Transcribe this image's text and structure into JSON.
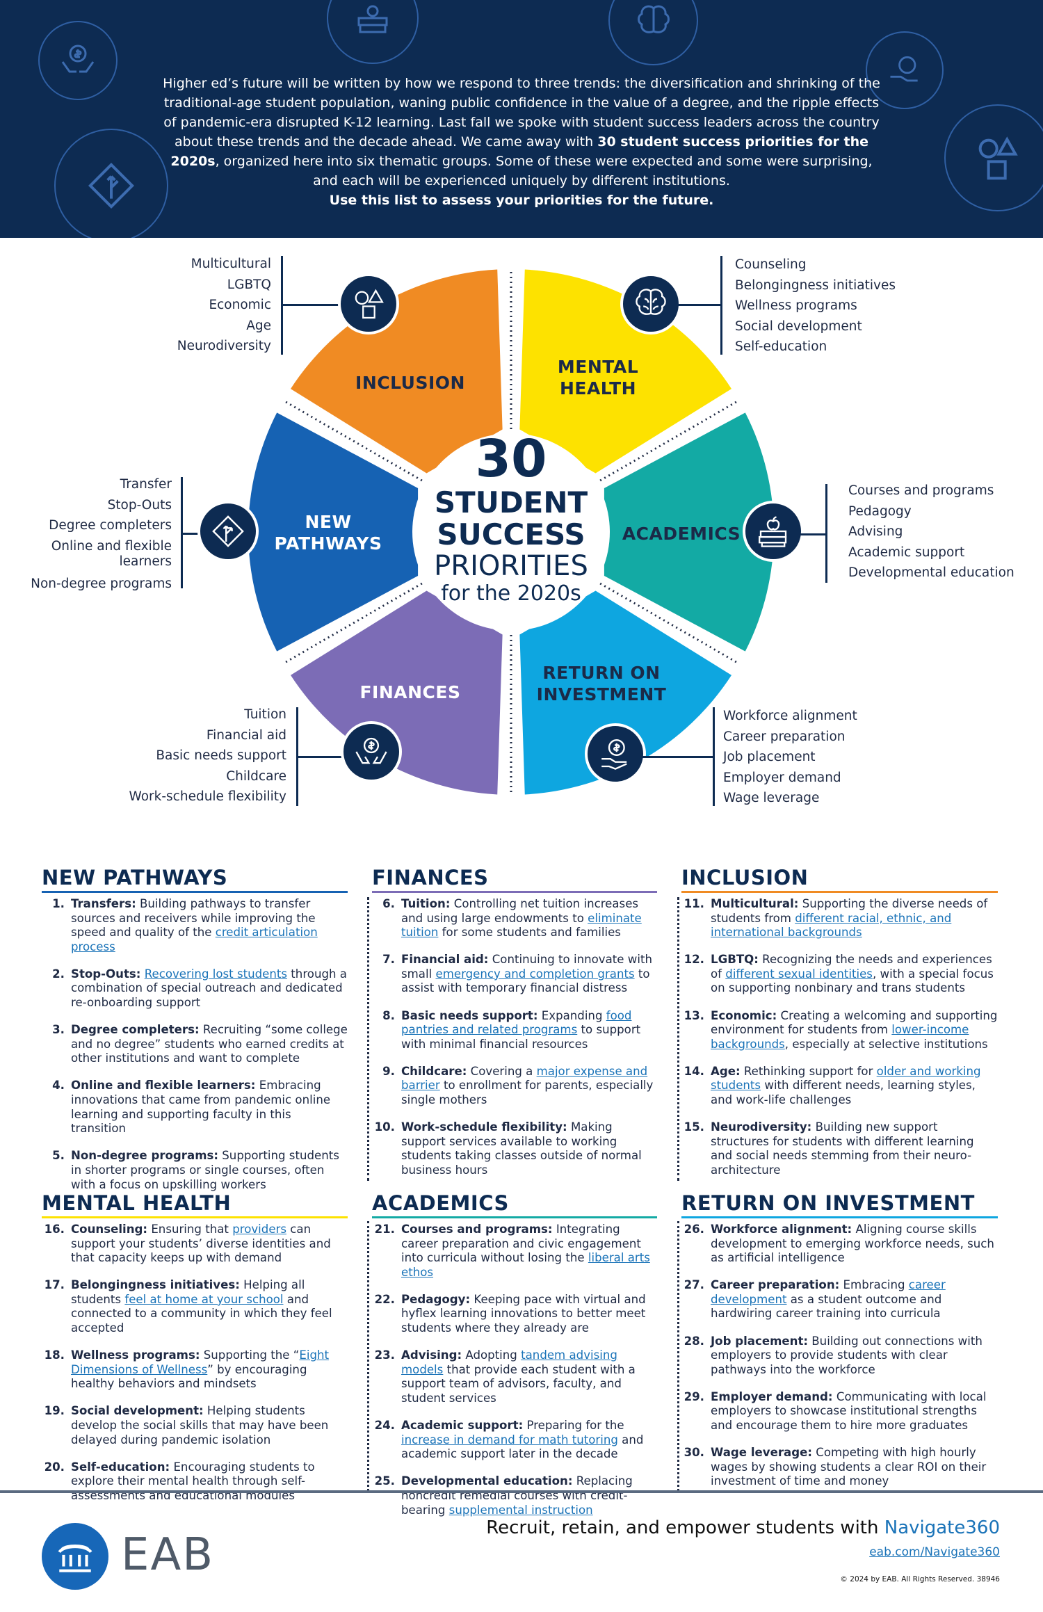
{
  "header": {
    "intro_1": "Higher ed’s future will be written by how we respond to three trends: the diversification and shrinking of the traditional-age student population, waning public confidence in the value of a degree, and the ripple effects of pandemic-era disrupted K-12 learning. Last fall we spoke with student success leaders across the country about these trends and the decade ahead. We came away with",
    "intro_bold": "30 student success priorities for the 2020s",
    "intro_2": ", organized here into six thematic groups. Some of these were expected and some were surprising, and each will be experienced uniquely by different institutions.",
    "cta": "Use this list to assess your priorities for the future."
  },
  "colors": {
    "navy": "#0d2b52",
    "inclusion": "#f08b23",
    "mental_health": "#fde200",
    "academics": "#13aaa4",
    "roi": "#0ea6e0",
    "finances": "#7c6cb6",
    "new_pathways": "#1662b3",
    "link": "#1a73b8"
  },
  "center": {
    "number": "30",
    "line1": "STUDENT",
    "line2": "SUCCESS",
    "line3": "PRIORITIES",
    "line4": "for the 2020s"
  },
  "wheel": {
    "inclusion": {
      "label": "INCLUSION",
      "icon": "shapes-icon",
      "items": [
        "Multicultural",
        "LGBTQ",
        "Economic",
        "Age",
        "Neurodiversity"
      ]
    },
    "mental_health": {
      "label1": "MENTAL",
      "label2": "HEALTH",
      "icon": "brain-icon",
      "items": [
        "Counseling",
        "Belongingness initiatives",
        "Wellness programs",
        "Social development",
        "Self-education"
      ]
    },
    "academics": {
      "label": "ACADEMICS",
      "icon": "books-apple-icon",
      "items": [
        "Courses and programs",
        "Pedagogy",
        "Advising",
        "Academic support",
        "Developmental education"
      ]
    },
    "roi": {
      "label1": "RETURN ON",
      "label2": "INVESTMENT",
      "icon": "hand-coin-icon",
      "items": [
        "Workforce alignment",
        "Career preparation",
        "Job placement",
        "Employer demand",
        "Wage leverage"
      ]
    },
    "finances": {
      "label": "FINANCES",
      "icon": "hands-coin-icon",
      "items": [
        "Tuition",
        "Financial aid",
        "Basic needs support",
        "Childcare",
        "Work-schedule flexibility"
      ]
    },
    "new_pathways": {
      "label1": "NEW",
      "label2": "PATHWAYS",
      "icon": "road-sign-icon",
      "items": [
        "Transfer",
        "Stop-Outs",
        "Degree completers",
        "Online and flexible",
        "learners",
        "Non-degree programs"
      ]
    }
  },
  "sections": [
    {
      "title": "NEW PATHWAYS",
      "bar": "#1662b3",
      "items": [
        {
          "num": "1.",
          "t": "Transfers:",
          "a": " Building pathways to transfer sources and receivers while improving the speed and quality of the ",
          "l": "credit articulation process",
          "b": ""
        },
        {
          "num": "2.",
          "t": "Stop-Outs:",
          "a": " ",
          "l": "Recovering lost students",
          "b": " through a combination of special outreach and dedicated re-onboarding support"
        },
        {
          "num": "3.",
          "t": "Degree completers:",
          "a": " Recruiting “some college and no degree” students who earned credits at other institutions and want to complete",
          "l": "",
          "b": ""
        },
        {
          "num": "4.",
          "t": "Online and flexible learners:",
          "a": " Embracing innovations that came from pandemic online learning and supporting faculty in this transition",
          "l": "",
          "b": ""
        },
        {
          "num": "5.",
          "t": "Non-degree programs:",
          "a": " Supporting students in shorter programs or single courses, often with a focus on upskilling workers",
          "l": "",
          "b": ""
        }
      ]
    },
    {
      "title": "FINANCES",
      "bar": "#7c6cb6",
      "items": [
        {
          "num": "6.",
          "t": "Tuition:",
          "a": " Controlling net tuition increases and using large endowments to ",
          "l": "eliminate tuition",
          "b": " for some students and families"
        },
        {
          "num": "7.",
          "t": "Financial aid:",
          "a": " Continuing to innovate with small ",
          "l": "emergency and completion grants",
          "b": " to assist with temporary financial distress"
        },
        {
          "num": "8.",
          "t": "Basic needs support:",
          "a": " Expanding ",
          "l": "food pantries and related programs",
          "b": " to support with minimal financial resources"
        },
        {
          "num": "9.",
          "t": "Childcare:",
          "a": " Covering a ",
          "l": "major expense and barrier",
          "b": " to enrollment for parents, especially single mothers"
        },
        {
          "num": "10.",
          "t": "Work-schedule flexibility:",
          "a": " Making support services available to working students taking classes outside of normal business hours",
          "l": "",
          "b": ""
        }
      ]
    },
    {
      "title": "INCLUSION",
      "bar": "#f08b23",
      "items": [
        {
          "num": "11.",
          "t": "Multicultural:",
          "a": " Supporting the diverse needs of students from ",
          "l": "different racial, ethnic, and international backgrounds",
          "b": ""
        },
        {
          "num": "12.",
          "t": "LGBTQ:",
          "a": " Recognizing the needs and experiences of ",
          "l": "different sexual identities",
          "b": ", with a special focus on supporting nonbinary and trans students"
        },
        {
          "num": "13.",
          "t": "Economic:",
          "a": " Creating a welcoming and supporting environment for students from ",
          "l": "lower-income backgrounds",
          "b": ", especially at selective institutions"
        },
        {
          "num": "14.",
          "t": "Age:",
          "a": " Rethinking support for ",
          "l": "older and working students",
          "b": " with different needs, learning styles, and work-life challenges"
        },
        {
          "num": "15.",
          "t": "Neurodiversity:",
          "a": " Building new support structures for students with different learning and social needs stemming from their neuro-architecture",
          "l": "",
          "b": ""
        }
      ]
    },
    {
      "title": "MENTAL HEALTH",
      "bar": "#fde200",
      "items": [
        {
          "num": "16.",
          "t": "Counseling:",
          "a": " Ensuring that ",
          "l": "providers",
          "b": " can support your students’ diverse identities and that capacity keeps up with demand"
        },
        {
          "num": "17.",
          "t": "Belongingness initiatives:",
          "a": " Helping all students ",
          "l": "feel at home at your school",
          "b": " and connected to a community in which they feel accepted"
        },
        {
          "num": "18.",
          "t": "Wellness programs:",
          "a": " Supporting the “",
          "l": "Eight Dimensions of Wellness",
          "b": "” by encouraging healthy behaviors and mindsets"
        },
        {
          "num": "19.",
          "t": "Social development:",
          "a": " Helping students develop the social skills that may have been delayed during pandemic isolation",
          "l": "",
          "b": ""
        },
        {
          "num": "20.",
          "t": "Self-education:",
          "a": " Encouraging students to explore their mental health through self-assessments and educational modules",
          "l": "",
          "b": ""
        }
      ]
    },
    {
      "title": "ACADEMICS",
      "bar": "#13aaa4",
      "items": [
        {
          "num": "21.",
          "t": "Courses and programs:",
          "a": " Integrating career preparation and civic engagement into curricula without losing the ",
          "l": "liberal arts ethos",
          "b": ""
        },
        {
          "num": "22.",
          "t": "Pedagogy:",
          "a": " Keeping pace with virtual and hyflex learning innovations to better meet students where they already are",
          "l": "",
          "b": ""
        },
        {
          "num": "23.",
          "t": "Advising:",
          "a": " Adopting ",
          "l": "tandem advising models",
          "b": " that provide each student with a support team of advisors, faculty, and student services"
        },
        {
          "num": "24.",
          "t": "Academic support:",
          "a": " Preparing for the ",
          "l": "increase in demand for math tutoring",
          "b": " and academic support later in the decade"
        },
        {
          "num": "25.",
          "t": "Developmental education:",
          "a": " Replacing noncredit remedial courses with credit-bearing ",
          "l": "supplemental instruction",
          "b": ""
        }
      ]
    },
    {
      "title": "RETURN ON INVESTMENT",
      "bar": "#0ea6e0",
      "items": [
        {
          "num": "26.",
          "t": "Workforce alignment:",
          "a": " Aligning course skills development to emerging workforce needs, such as artificial intelligence",
          "l": "",
          "b": ""
        },
        {
          "num": "27.",
          "t": "Career preparation:",
          "a": " Embracing ",
          "l": "career development",
          "b": " as a student outcome and hardwiring career training into curricula"
        },
        {
          "num": "28.",
          "t": "Job placement:",
          "a": " Building out connections with employers to provide students with clear pathways into the workforce",
          "l": "",
          "b": ""
        },
        {
          "num": "29.",
          "t": "Employer demand:",
          "a": " Communicating with local employers to showcase institutional strengths and encourage them to hire more graduates",
          "l": "",
          "b": ""
        },
        {
          "num": "30.",
          "t": "Wage leverage:",
          "a": " Competing with high hourly wages by showing students a clear ROI on their investment of time and money",
          "l": "",
          "b": ""
        }
      ]
    }
  ],
  "footer": {
    "brand": "EAB",
    "tagline": "Recruit, retain, and empower students with ",
    "product": "Navigate360",
    "link": "eab.com/Navigate360",
    "copyright": "© 2024 by EAB. All Rights Reserved. 38946"
  }
}
